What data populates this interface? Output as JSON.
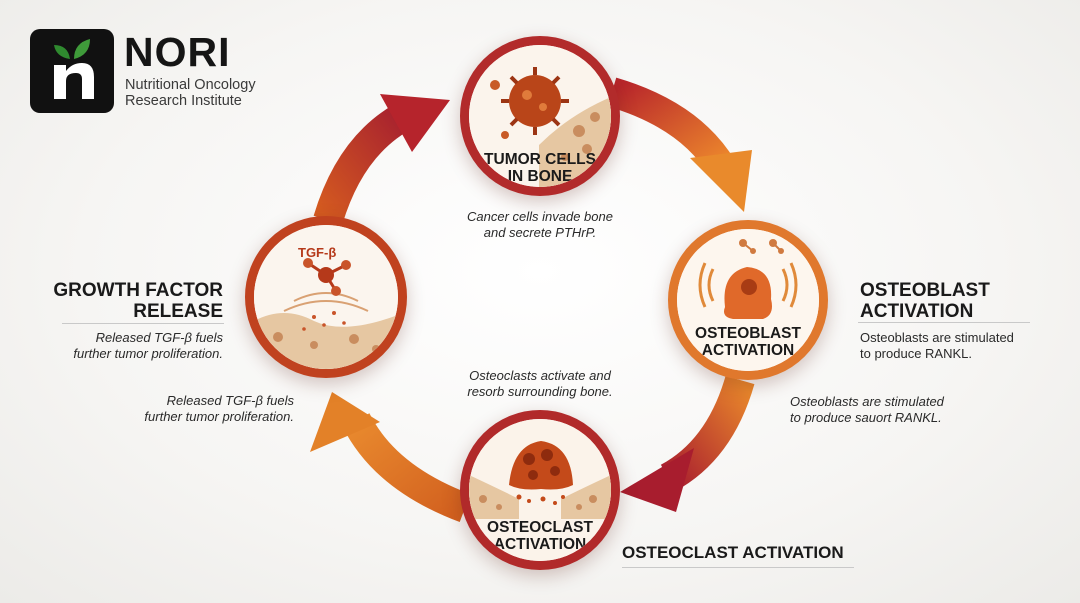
{
  "logo": {
    "wordmark": "NORI",
    "subtitle_line1": "Nutritional Oncology",
    "subtitle_line2": "Research Institute"
  },
  "nodes": {
    "tumor": {
      "label_line1": "TUMOR CELLS",
      "label_line2": "IN BONE"
    },
    "osteoblast": {
      "label_line1": "OSTEOBLAST",
      "label_line2": "ACTIVATION"
    },
    "osteoclast": {
      "label_line1": "OSTEOCLAST",
      "label_line2": "ACTIVATION"
    },
    "growth": {
      "tag": "TGF-β"
    }
  },
  "captions": {
    "tumor_line1": "Cancer cells invade bone",
    "tumor_line2": "and secrete PTHrP.",
    "osteoclast_line1": "Osteoclasts activate and",
    "osteoclast_line2": "resorb surrounding bone.",
    "osteoblast_line1": "Osteoblasts are stimulated",
    "osteoblast_line2": "to produce sauort RANKL.",
    "growth_line1": "Released TGF-β fuels",
    "growth_line2": "further tumor proliferation."
  },
  "side": {
    "growth_heading_line1": "GROWTH FACTOR",
    "growth_heading_line2": "RELEASE",
    "growth_desc_line1": "Released TGF-β fuels",
    "growth_desc_line2": "further tumor proliferation.",
    "osteoblast_heading_line1": "OSTEOBLAST",
    "osteoblast_heading_line2": "ACTIVATION",
    "osteoblast_desc_line1": "Osteoblasts are stimulated",
    "osteoblast_desc_line2": "to produce RANKL.",
    "osteoclast_heading": "OSTEOCLAST ACTIVATION"
  },
  "colors": {
    "arrow_dark": "#a81d2e",
    "arrow_light": "#e8772a",
    "ring": "#b52a2a",
    "cell": "#c8501e",
    "bone": "#e6c7a2"
  }
}
